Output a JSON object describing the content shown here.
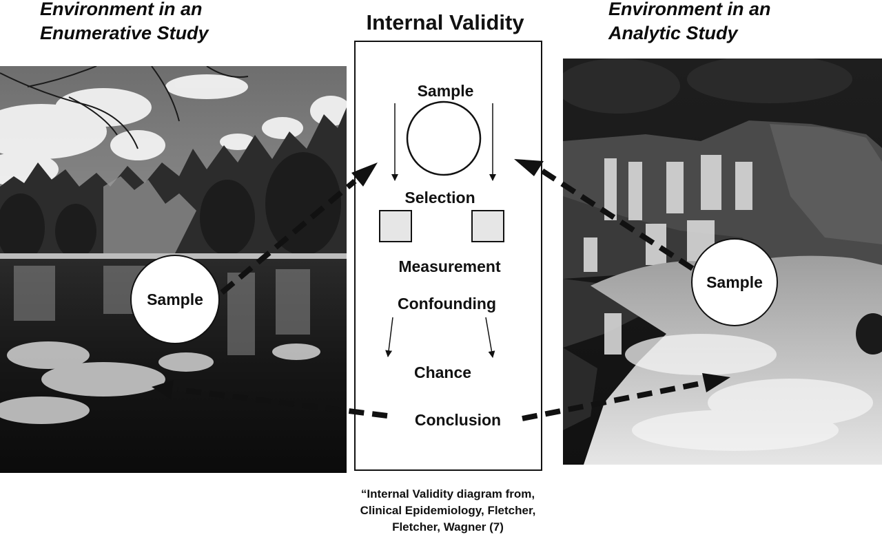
{
  "heading_left": {
    "line1": "Environment in an",
    "line2": "Enumerative Study"
  },
  "heading_right": {
    "line1": "Environment in an",
    "line2": "Analytic Study"
  },
  "center": {
    "title": "Internal Validity",
    "terms": {
      "sample": "Sample",
      "selection": "Selection",
      "measurement": "Measurement",
      "confounding": "Confounding",
      "chance": "Chance",
      "conclusion": "Conclusion"
    }
  },
  "bubbles": {
    "left": "Sample",
    "right": "Sample"
  },
  "citation": {
    "line1": "“Internal Validity diagram from,",
    "line2": "Clinical Epidemiology,  Fletcher,",
    "line3": "Fletcher, Wagner (7)"
  }
}
